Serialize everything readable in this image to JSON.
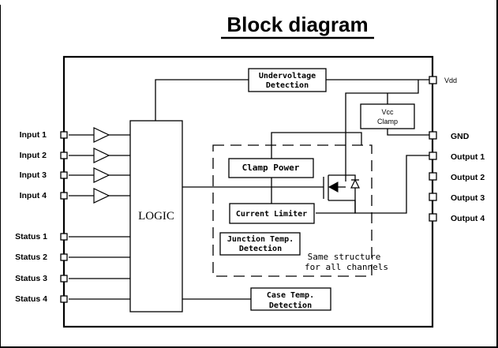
{
  "title": "Block diagram",
  "pins_left": {
    "inputs": [
      "Input 1",
      "Input 2",
      "Input 3",
      "Input 4"
    ],
    "status": [
      "Status 1",
      "Status 2",
      "Status 3",
      "Status 4"
    ]
  },
  "pins_right": {
    "vdd": "Vdd",
    "gnd": "GND",
    "outputs": [
      "Output 1",
      "Output 2",
      "Output 3",
      "Output 4"
    ]
  },
  "blocks": {
    "logic": "LOGIC",
    "undervoltage": [
      "Undervoltage",
      "Detection"
    ],
    "vcc_clamp": [
      "Vcc",
      "Clamp"
    ],
    "clamp_power": "Clamp Power",
    "current_limiter": "Current Limiter",
    "junction_temp": [
      "Junction Temp.",
      "Detection"
    ],
    "case_temp": [
      "Case Temp.",
      "Detection"
    ]
  },
  "note": [
    "Same structure",
    "for all channels"
  ]
}
